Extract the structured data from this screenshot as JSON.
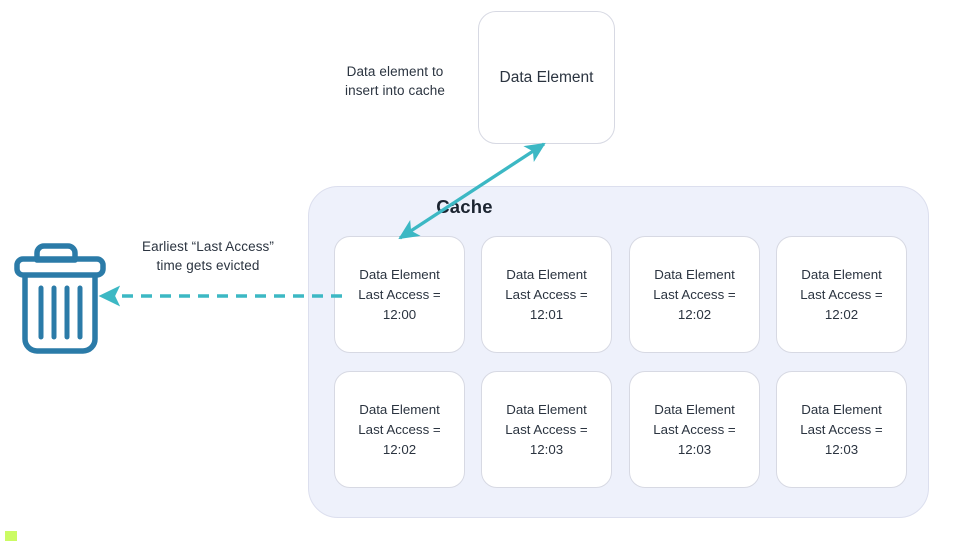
{
  "diagram": {
    "title": "LRU Cache eviction diagram",
    "colors": {
      "arrow_teal": "#3cb8c4",
      "panel_fill": "#eef1fb",
      "panel_border": "#dcdfee",
      "cell_border": "#d7d9e3",
      "text": "#2b3440",
      "trash_blue": "#2b7ba8",
      "green_marker": "#cbfb63"
    }
  },
  "annotations": {
    "insert_label": "Data element to\ninsert into cache",
    "evict_label": "Earliest “Last Access”\ntime gets evicted"
  },
  "incoming_node": {
    "label": "Data Element"
  },
  "cache": {
    "title": "Cache",
    "cell_line1": "Data Element",
    "cell_line2": "Last Access =",
    "cells": [
      {
        "id": "cell-1",
        "last_access": "12:00"
      },
      {
        "id": "cell-2",
        "last_access": "12:01"
      },
      {
        "id": "cell-3",
        "last_access": "12:02"
      },
      {
        "id": "cell-4",
        "last_access": "12:02"
      },
      {
        "id": "cell-5",
        "last_access": "12:02"
      },
      {
        "id": "cell-6",
        "last_access": "12:03"
      },
      {
        "id": "cell-7",
        "last_access": "12:03"
      },
      {
        "id": "cell-8",
        "last_access": "12:03"
      }
    ]
  },
  "icons": {
    "trash": "trash-can-icon",
    "insert_arrow": "bidirectional-arrow-icon",
    "evict_arrow": "dashed-left-arrow-icon"
  }
}
